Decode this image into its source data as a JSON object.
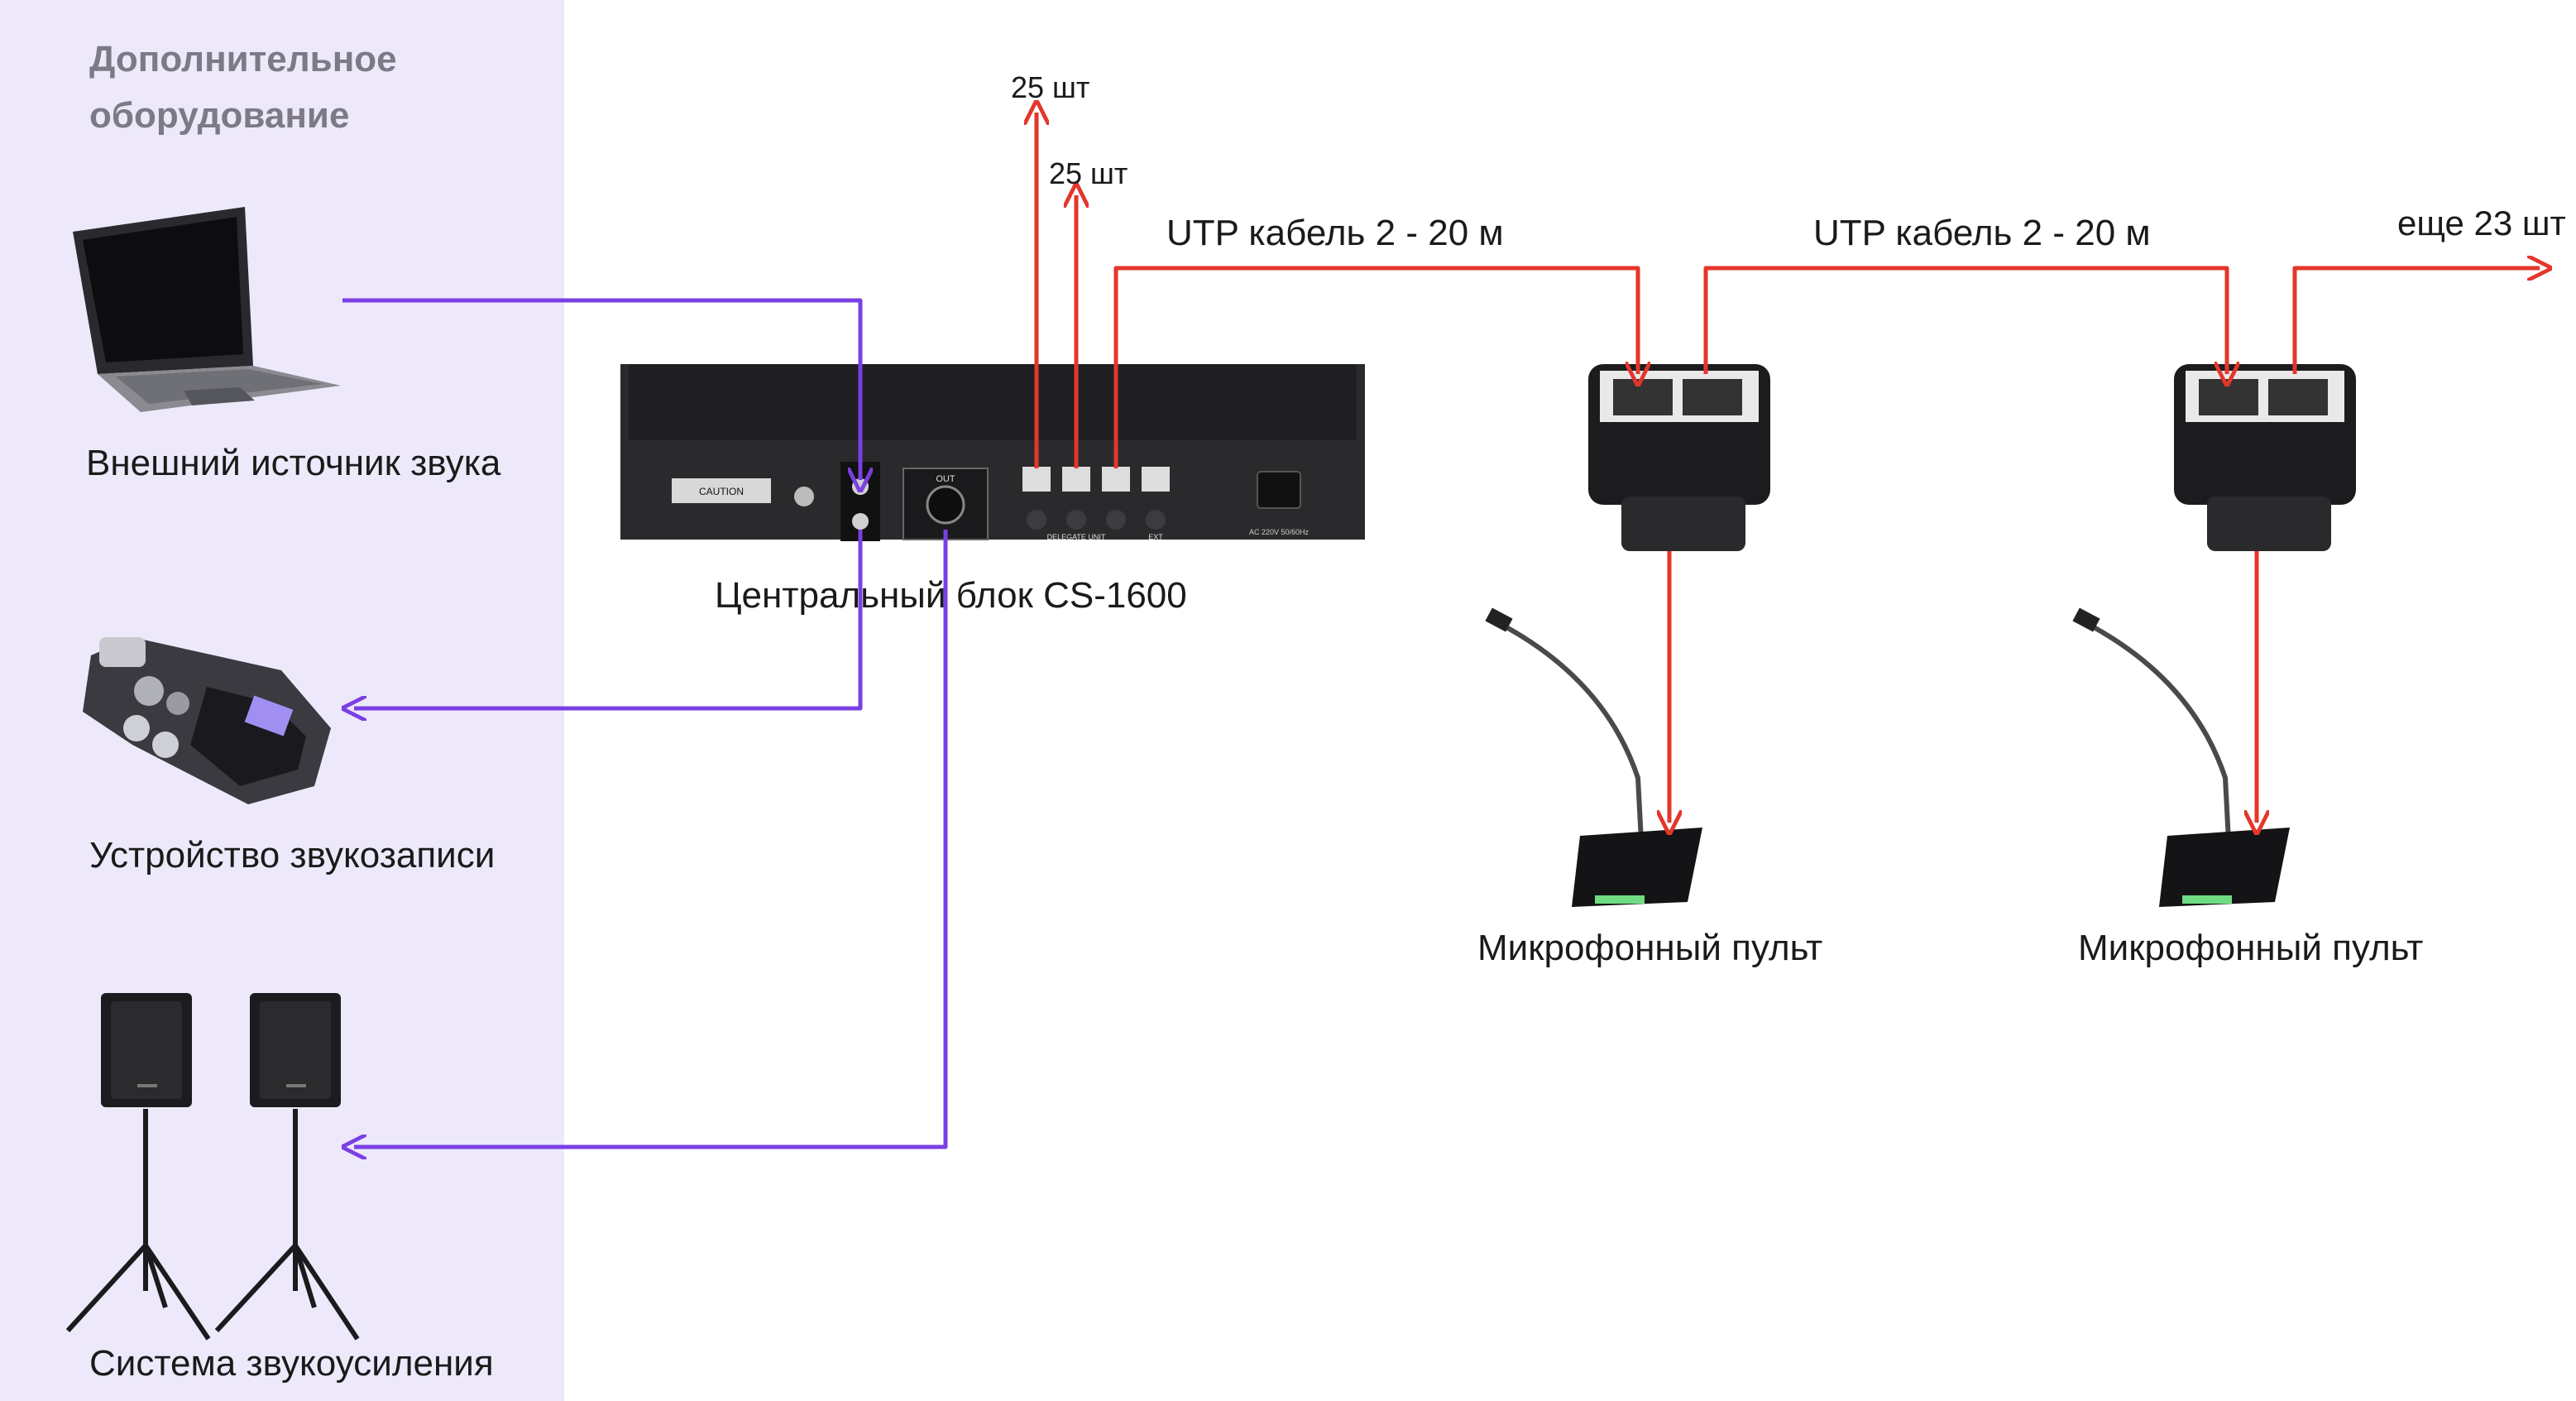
{
  "sidebar": {
    "title": "Дополнительное оборудование",
    "items": [
      {
        "label": "Внешний источник звука",
        "icon": "laptop-icon"
      },
      {
        "label": "Устройство звукозаписи",
        "icon": "audio-recorder-icon"
      },
      {
        "label": "Система звукоусиления",
        "icon": "speaker-system-icon"
      }
    ]
  },
  "central_unit": {
    "label": "Центральный блок CS-1600",
    "icon": "rack-unit-icon",
    "panel_texts": {
      "caution": "CAUTION",
      "delegate": "DELEGATE UNIT",
      "out": "OUT",
      "ext": "EXT",
      "ac": "AC 220V 50/60Hz"
    }
  },
  "branches": {
    "first": "25 шт",
    "second": "25 шт",
    "more": "еще 23 шт"
  },
  "cables": {
    "first": "UTP кабель 2 - 20 м",
    "second": "UTP кабель 2 - 20 м"
  },
  "consoles": [
    {
      "label": "Микрофонный пульт",
      "icon": "microphone-console-icon"
    },
    {
      "label": "Микрофонный пульт",
      "icon": "microphone-console-icon"
    }
  ],
  "splitters": [
    {
      "icon": "rj45-splitter-icon"
    },
    {
      "icon": "rj45-splitter-icon"
    }
  ],
  "colors": {
    "sidebar_bg": "#ede9fb",
    "audio_line": "#7b3fe4",
    "network_line": "#e4362a",
    "device": "#222222"
  }
}
